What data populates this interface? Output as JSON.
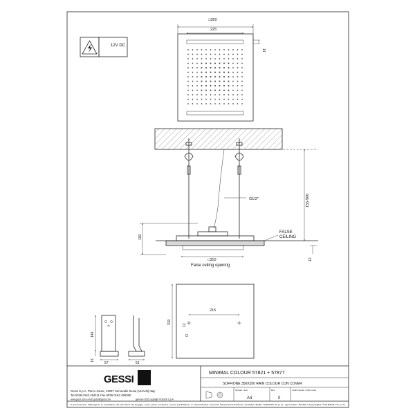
{
  "warning": {
    "voltage": "12V DC",
    "symbol": "high-voltage-icon"
  },
  "top_view": {
    "outer": "□350",
    "inner": "225",
    "strip": "14"
  },
  "section": {
    "thread": "G1/2\"",
    "height_range": "155-900",
    "depth": "100",
    "offset": "12",
    "false_ceiling_line1": "FALSE",
    "false_ceiling_line2": "CEILING",
    "opening_size": "□310",
    "opening_label": "False ceiling opening"
  },
  "mount_view": {
    "height": "310",
    "spacing": "215",
    "hole": "12"
  },
  "side_view": {
    "height": "144",
    "base": "15",
    "width_a": "57",
    "width_b": "51"
  },
  "title_block": {
    "model": "MINIMAL COLOUR  57821 + 57877",
    "description": "SOFFIONE 350X350 RAIN COLOUR CON COVER",
    "brand": "GESSI",
    "company_line1": "Gessi S.p.A. Parco Gessi, 13037 Serravalle Sesia (Vercelli) Italy",
    "company_line2": "Tel.0039 0163 454111 Fax.0039 0163 459350",
    "web_line": "www.gessi.com  e-mail: gessi@gessi.com",
    "date_line": "gennaio 2016  copyright ©GESSI S.p.A.",
    "col_format": "formato / size",
    "col_rev": "Rev",
    "col_code": "codice cliente / client code",
    "format": "A4",
    "rev": "0",
    "disclaimer": "Il presente disegno è tutelato ai termini di legge non può essere reso pubblico o riprodotto senza l'autorizzazione scritta della GESSI S.p.A.  gennaio 2016  copyright ©GESSI S.p.A."
  }
}
